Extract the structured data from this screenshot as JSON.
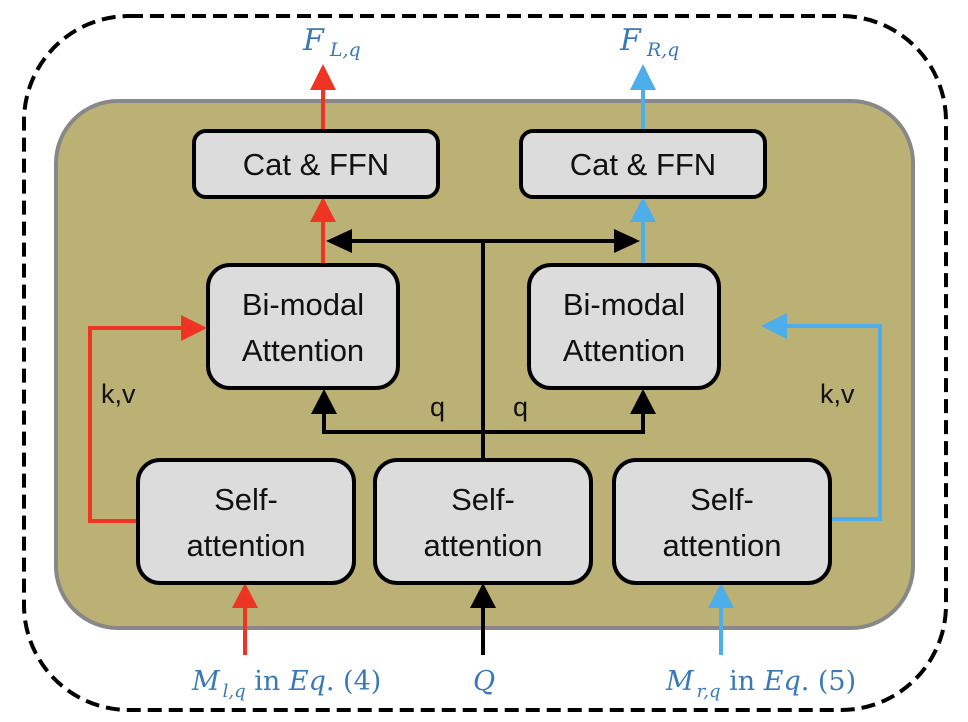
{
  "colors": {
    "panel_fill": "#BCB174",
    "panel_stroke": "#888888",
    "box_fill": "#DCDCDC",
    "left_stream": "#EE3524",
    "right_stream": "#4DAEEA",
    "query_stream": "#000000",
    "math_text": "#3A78B8"
  },
  "blocks": {
    "cat_ffn_left": "Cat & FFN",
    "cat_ffn_right": "Cat & FFN",
    "bimodal_left": [
      "Bi-modal",
      "Attention"
    ],
    "bimodal_right": [
      "Bi-modal",
      "Attention"
    ],
    "self_attn_left": [
      "Self-",
      "attention"
    ],
    "self_attn_center": [
      "Self-",
      "attention"
    ],
    "self_attn_right": [
      "Self-",
      "attention"
    ]
  },
  "edge_labels": {
    "kv_left": "k,v",
    "kv_right": "k,v",
    "q_left": "q",
    "q_right": "q"
  },
  "outputs": {
    "left": {
      "main": "F",
      "sub": "L,q"
    },
    "right": {
      "main": "F",
      "sub": "R,q"
    }
  },
  "inputs": {
    "left": {
      "main": "M",
      "sub": "l,q",
      "suffix_in": " in ",
      "eq": "Eq",
      "ref": ". (4)"
    },
    "center": {
      "main": "Q"
    },
    "right": {
      "main": "M",
      "sub": "r,q",
      "suffix_in": " in ",
      "eq": "Eq",
      "ref": ". (5)"
    }
  }
}
